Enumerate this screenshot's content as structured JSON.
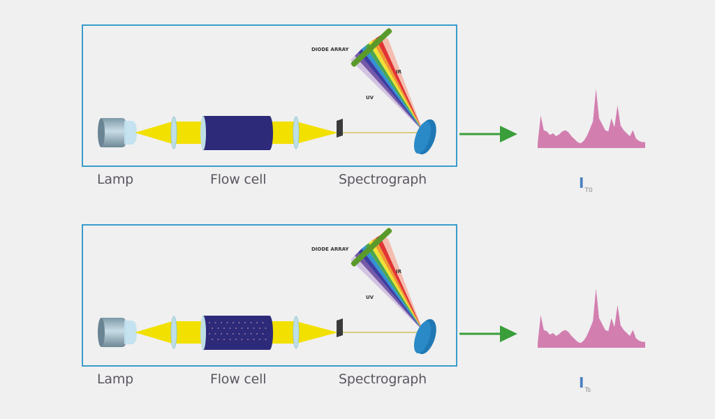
{
  "panels": [
    {
      "id": "reference",
      "component_labels": {
        "lamp": "Lamp",
        "flow_cell": "Flow cell",
        "spectrograph": "Spectrograph"
      },
      "spectrograph_labels": {
        "diode_array": "DIODE ARRAY",
        "ir": "IR",
        "uv": "UV"
      },
      "flow_cell_state": "empty",
      "output_label": {
        "main": "I",
        "subscript": "T0"
      }
    },
    {
      "id": "sample",
      "component_labels": {
        "lamp": "Lamp",
        "flow_cell": "Flow cell",
        "spectrograph": "Spectrograph"
      },
      "spectrograph_labels": {
        "diode_array": "DIODE ARRAY",
        "ir": "IR",
        "uv": "UV"
      },
      "flow_cell_state": "with-sample-particles",
      "output_label": {
        "main": "I",
        "subscript": "Ts"
      }
    }
  ],
  "colors": {
    "frame": "#3a9ccc",
    "arrow": "#3a9e3a",
    "light_beam": "#f2e000",
    "flow_cell": "#2e2a7a",
    "grating": "#1f78b4",
    "diode_array": "#5a9a2a",
    "spectrum": "#d27fb0",
    "label_text": "#5a5560"
  },
  "spectrum_profile": [
    0.08,
    0.55,
    0.3,
    0.28,
    0.22,
    0.25,
    0.2,
    0.23,
    0.28,
    0.3,
    0.27,
    0.2,
    0.15,
    0.1,
    0.08,
    0.12,
    0.2,
    0.32,
    0.45,
    1.0,
    0.5,
    0.4,
    0.3,
    0.28,
    0.5,
    0.35,
    0.72,
    0.38,
    0.3,
    0.25,
    0.2,
    0.3,
    0.16,
    0.12,
    0.1,
    0.1
  ]
}
